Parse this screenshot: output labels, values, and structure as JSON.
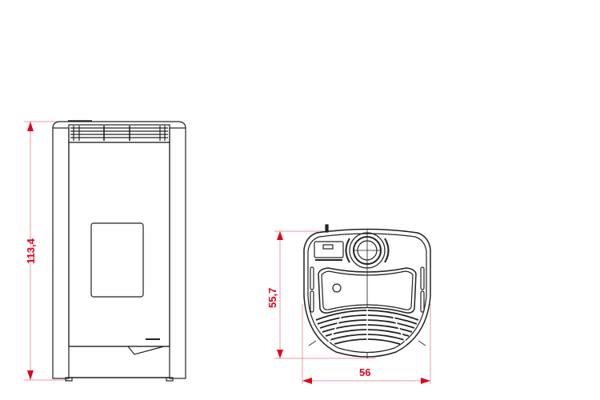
{
  "colors": {
    "dimension": "#e3001b",
    "dimension_line": "#f29aa3",
    "drawing": "#222222",
    "background": "#ffffff"
  },
  "front_view": {
    "height_label": "113,4"
  },
  "top_view": {
    "depth_label": "55,7",
    "width_label": "56"
  }
}
